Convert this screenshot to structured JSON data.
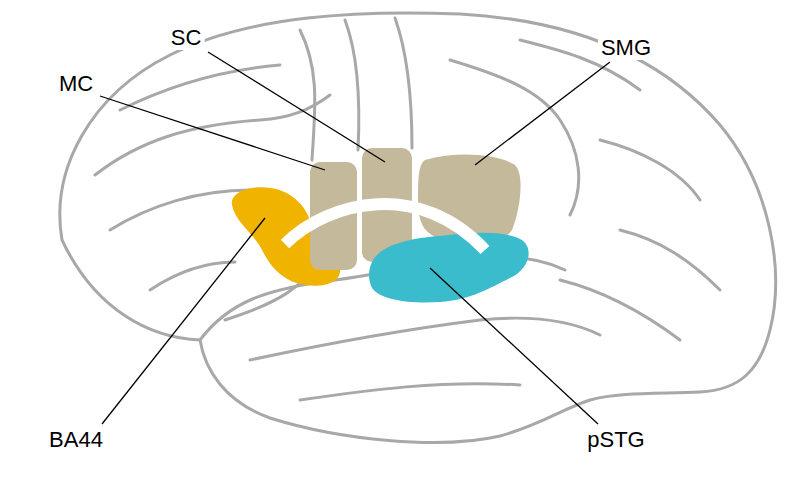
{
  "diagram": {
    "labels": [
      "MC",
      "SC",
      "SMG",
      "BA44",
      "pSTG"
    ]
  }
}
